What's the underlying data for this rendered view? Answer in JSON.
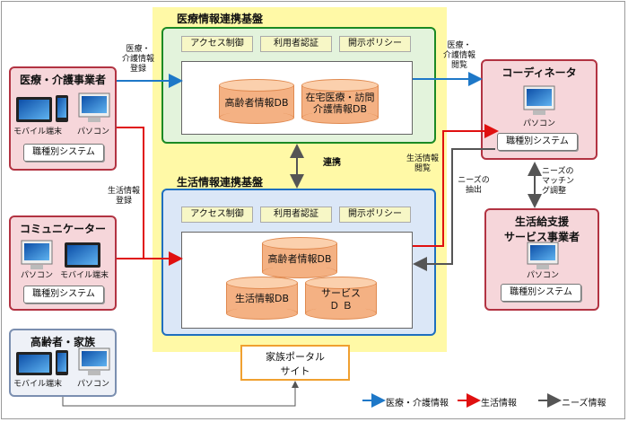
{
  "med_platform": {
    "title": "医療情報連携基盤"
  },
  "life_platform": {
    "title": "生活情報連携基盤"
  },
  "tags": {
    "access": "アクセス制御",
    "auth": "利用者認証",
    "policy": "開示ポリシー"
  },
  "db": {
    "elderly": "高齢者情報DB",
    "homecare_l1": "在宅医療・訪問",
    "homecare_l2": "介護情報DB",
    "life": "生活情報DB",
    "service_l1": "サービス",
    "service_l2": "Ｄ Ｂ"
  },
  "link_label": "連携",
  "actors": {
    "medical": {
      "title": "医療・介護事業者",
      "devices": [
        "モバイル端末",
        "パソコン"
      ],
      "system": "職種別システム"
    },
    "communicator": {
      "title": "コミュニケーター",
      "devices": [
        "パソコン",
        "モバイル端末"
      ],
      "system": "職種別システム"
    },
    "elderly": {
      "title": "高齢者・家族",
      "devices": [
        "モバイル端末",
        "パソコン"
      ]
    },
    "coordinator": {
      "title": "コーディネータ",
      "device": "パソコン",
      "system": "職種別システム"
    },
    "life_support": {
      "title_l1": "生活給支援",
      "title_l2": "サービス事業者",
      "device": "パソコン",
      "system": "職種別システム"
    }
  },
  "portal": {
    "l1": "家族ポータル",
    "l2": "サイト"
  },
  "arrow_labels": {
    "med_reg": [
      "医療・",
      "介護情報",
      "登録"
    ],
    "med_view": [
      "医療・",
      "介護情報",
      "閲覧"
    ],
    "life_reg": [
      "生活情報",
      "登録"
    ],
    "life_view": [
      "生活情報",
      "閲覧"
    ],
    "needs_extract": [
      "ニーズの",
      "抽出"
    ],
    "matching": [
      "ニーズの",
      "マッチン",
      "グ調整"
    ]
  },
  "legend": {
    "medical": "医療・介護情報",
    "life": "生活情報",
    "needs": "ニーズ情報"
  },
  "colors": {
    "medical": "#1e78c8",
    "life": "#e01010",
    "needs": "#555555"
  }
}
